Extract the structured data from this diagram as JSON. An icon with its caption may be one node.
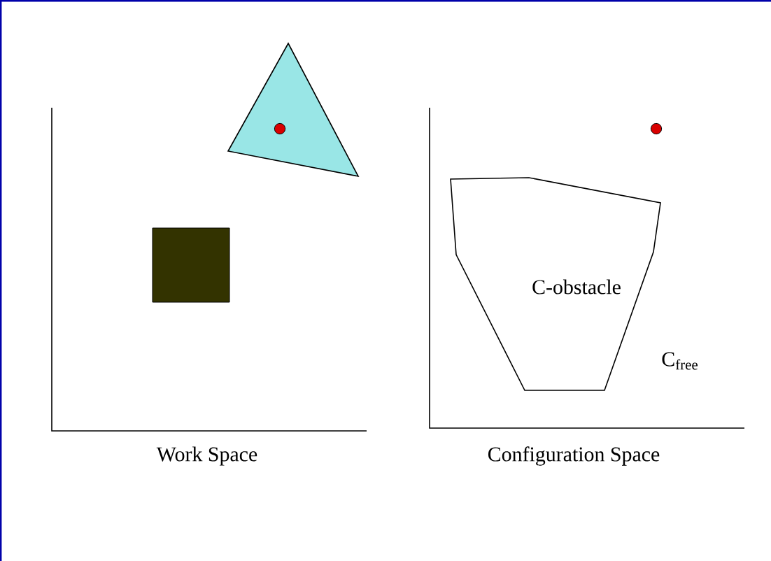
{
  "diagram": {
    "nodes": [
      {
        "text": [
          "C-obstacle"
        ]
      }
    ],
    "labels": [
      "Work Space",
      "Configuration Space",
      "C$_{free}$"
    ]
  }
}
